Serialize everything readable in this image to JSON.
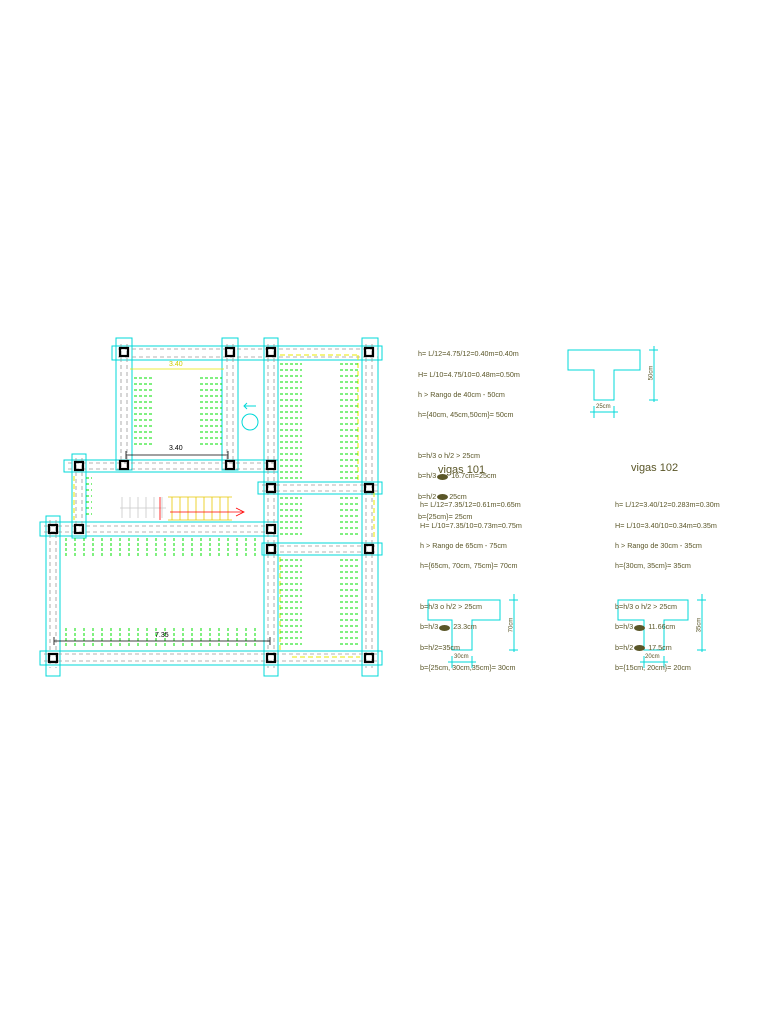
{
  "plan": {
    "dims": {
      "top_room_inner": "3.40",
      "top_room_bottom": "3.40",
      "main_room": "7.35"
    }
  },
  "calc_top": {
    "lines": [
      "h= L/12=4.75/12=0.40m=0.40m",
      "H= L/10=4.75/10=0.48m=0.50m",
      "h > Rango de 40cm - 50cm",
      "h={40cm, 45cm,50cm}= 50cm",
      "",
      "b=h/3 o h/2 > 25cm",
      "b=h/3",
      "16.7cm=25cm",
      "b=h/2",
      "25cm",
      "b={25cm}= 25cm"
    ],
    "section": {
      "height_label": "50cm",
      "width_label": "25cm"
    }
  },
  "vigas101": {
    "title": "vigas 101",
    "lines": [
      "h= L/12=7.35/12=0.61m=0.65m",
      "H= L/10=7.35/10=0.73m=0.75m",
      "h > Rango de 65cm - 75cm",
      "h={65cm, 70cm, 75cm}= 70cm",
      "",
      "b=h/3 o h/2 > 25cm",
      "b=h/3",
      "23.3cm",
      "b=h/2=35cm",
      "b={25cm, 30cm,35cm}= 30cm"
    ],
    "section": {
      "height_label": "70cm",
      "width_label": "30cm"
    }
  },
  "vigas102": {
    "title": "vigas 102",
    "lines": [
      "h= L/12=3.40/12=0.283m=0.30m",
      "H= L/10=3.40/10=0.34m=0.35m",
      "h > Rango de 30cm - 35cm",
      "h={30cm, 35cm}= 35cm",
      "",
      "b=h/3 o h/2 > 25cm",
      "b=h/3",
      "11.66cm",
      "b=h/2",
      "17.5cm",
      "b={15cm, 20cm}= 20cm"
    ],
    "section": {
      "height_label": "35cm",
      "width_label": "20cm"
    }
  },
  "colors": {
    "beam": "#00d8d8",
    "dashed": "#9a9a9a",
    "rebar": "#00e000",
    "yellow": "#e8e800",
    "column": "#000000",
    "text": "#5a5628",
    "red": "#ff0000"
  }
}
